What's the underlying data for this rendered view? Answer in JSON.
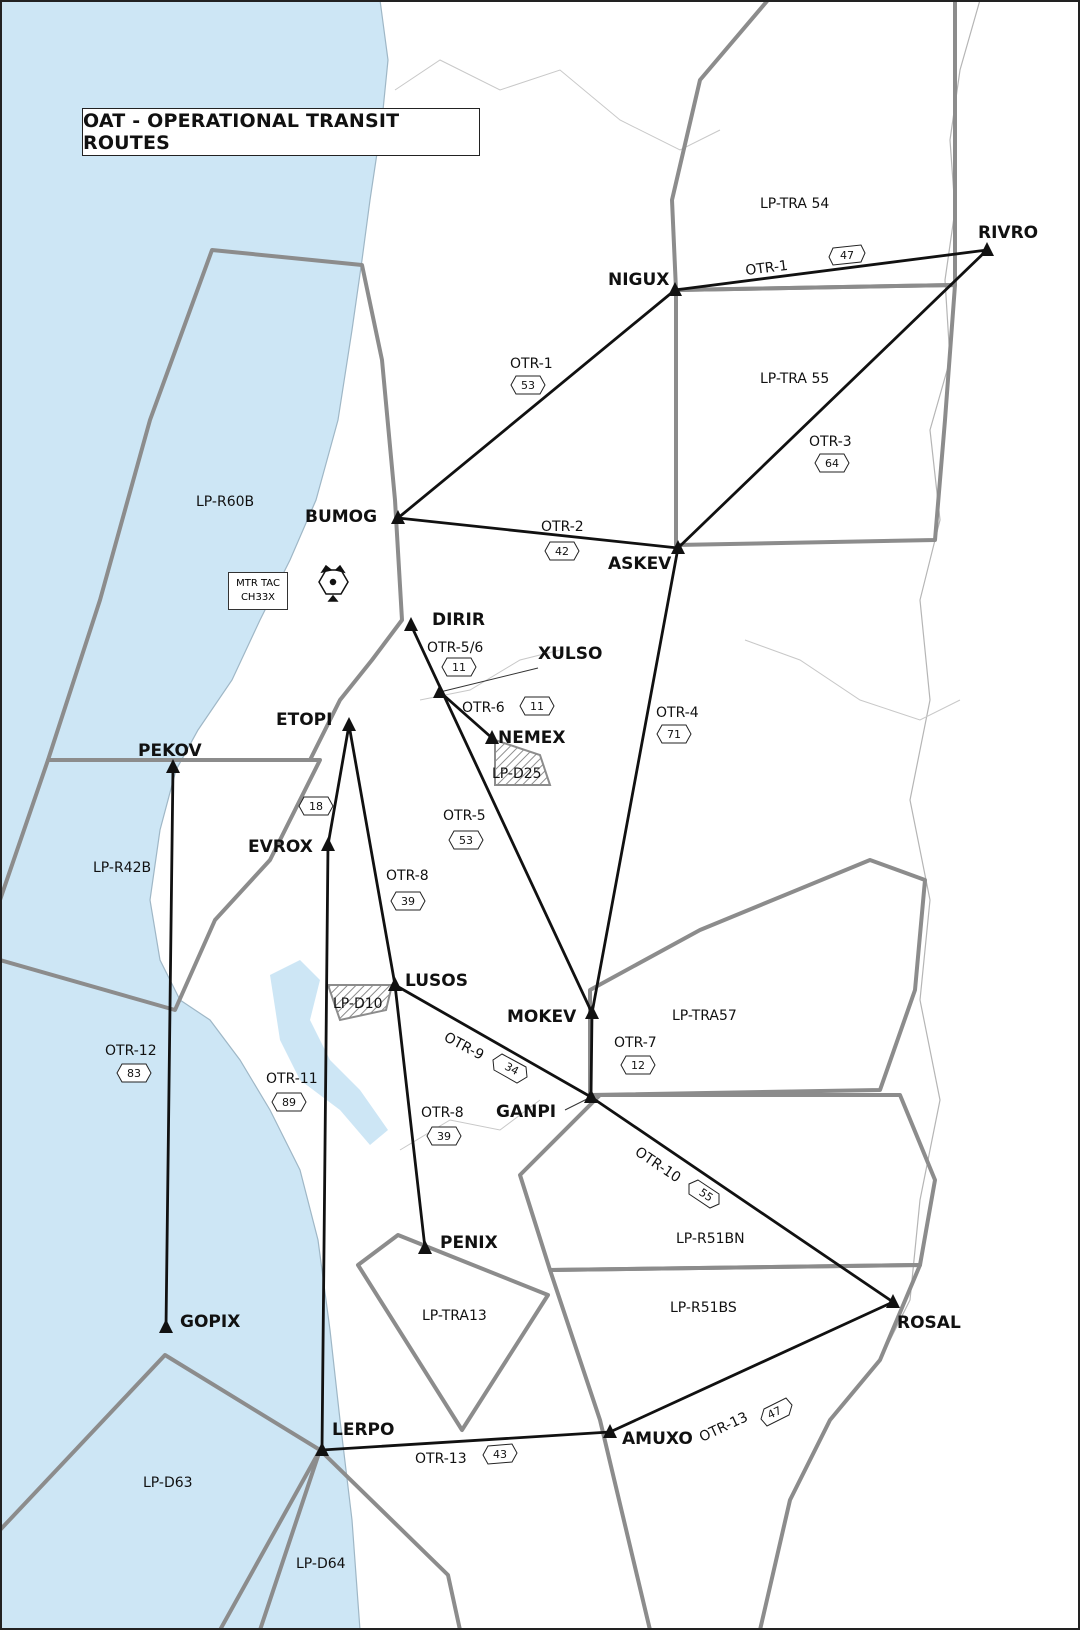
{
  "title": "OAT - OPERATIONAL TRANSIT ROUTES",
  "colors": {
    "sea": "#cde6f5",
    "land": "#ffffff",
    "boundary": "#8c8c8c",
    "route": "#111111"
  },
  "tacan": {
    "line1": "MTR TAC",
    "line2": "CH33X"
  },
  "waypoints": {
    "rivro": "RIVRO",
    "nigux": "NIGUX",
    "bumog": "BUMOG",
    "askev": "ASKEV",
    "dirir": "DIRIR",
    "xulso": "XULSO",
    "nemex": "NEMEX",
    "etopi": "ETOPI",
    "pekov": "PEKOV",
    "evrox": "EVROX",
    "lusos": "LUSOS",
    "mokev": "MOKEV",
    "ganpi": "GANPI",
    "penix": "PENIX",
    "gopix": "GOPIX",
    "rosal": "ROSAL",
    "lerpo": "LERPO",
    "amuxo": "AMUXO"
  },
  "areas": {
    "tra54": "LP-TRA 54",
    "tra55": "LP-TRA 55",
    "r60b": "LP-R60B",
    "r42b": "LP-R42B",
    "d25": "LP-D25",
    "d10": "LP-D10",
    "tra57": "LP-TRA57",
    "r51bn": "LP-R51BN",
    "r51bs": "LP-R51BS",
    "tra13": "LP-TRA13",
    "d63": "LP-D63",
    "d64": "LP-D64"
  },
  "routes": {
    "otr1_east": {
      "name": "OTR-1",
      "fl": "47"
    },
    "otr1_west": {
      "name": "OTR-1",
      "fl": "53"
    },
    "otr3": {
      "name": "OTR-3",
      "fl": "64"
    },
    "otr2": {
      "name": "OTR-2",
      "fl": "42"
    },
    "otr56": {
      "name": "OTR-5/6",
      "fl": "11"
    },
    "otr6": {
      "name": "OTR-6",
      "fl": "11"
    },
    "otr4": {
      "name": "OTR-4",
      "fl": "71"
    },
    "otr5": {
      "name": "OTR-5",
      "fl": "53"
    },
    "etopi_evrox": {
      "fl": "18"
    },
    "otr8_north": {
      "name": "OTR-8",
      "fl": "39"
    },
    "otr8_south": {
      "name": "OTR-8",
      "fl": "39"
    },
    "otr12": {
      "name": "OTR-12",
      "fl": "83"
    },
    "otr11": {
      "name": "OTR-11",
      "fl": "89"
    },
    "otr9": {
      "name": "OTR-9",
      "fl": "34"
    },
    "otr7": {
      "name": "OTR-7",
      "fl": "12"
    },
    "otr10": {
      "name": "OTR-10",
      "fl": "55"
    },
    "otr13_west": {
      "name": "OTR-13",
      "fl": "43"
    },
    "otr13_east": {
      "name": "OTR-13",
      "fl": "47"
    }
  }
}
